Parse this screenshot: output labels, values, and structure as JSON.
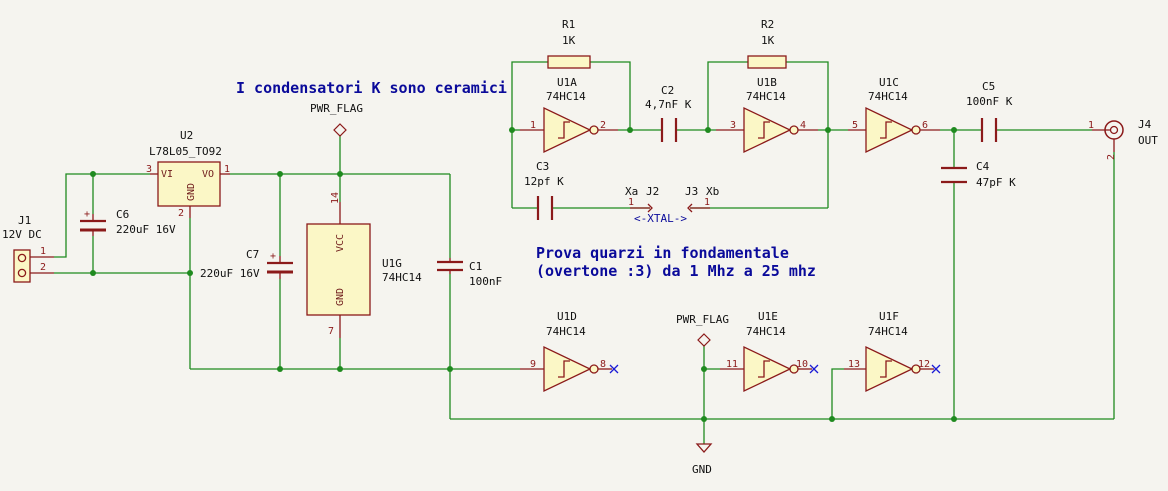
{
  "notes": {
    "ceramic": "I condensatori K sono ceramici",
    "line1": "Prova quarzi in fondamentale",
    "line2": "(overtone :3) da 1 Mhz a 25 mhz"
  },
  "r1": {
    "ref": "R1",
    "value": "1K"
  },
  "r2": {
    "ref": "R2",
    "value": "1K"
  },
  "u1a": {
    "ref": "U1A",
    "value": "74HC14",
    "pin_in": "1",
    "pin_out": "2"
  },
  "u1b": {
    "ref": "U1B",
    "value": "74HC14",
    "pin_in": "3",
    "pin_out": "4"
  },
  "u1c": {
    "ref": "U1C",
    "value": "74HC14",
    "pin_in": "5",
    "pin_out": "6"
  },
  "u1d": {
    "ref": "U1D",
    "value": "74HC14",
    "pin_in": "9",
    "pin_out": "8"
  },
  "u1e": {
    "ref": "U1E",
    "value": "74HC14",
    "pin_in": "11",
    "pin_out": "10"
  },
  "u1f": {
    "ref": "U1F",
    "value": "74HC14",
    "pin_in": "13",
    "pin_out": "12"
  },
  "u1g": {
    "ref": "U1G",
    "value": "74HC14",
    "vcc": "VCC",
    "gnd": "GND",
    "pin_vcc": "14",
    "pin_gnd": "7"
  },
  "c1": {
    "ref": "C1",
    "value": "100nF"
  },
  "c2": {
    "ref": "C2",
    "value": "4,7nF K"
  },
  "c3": {
    "ref": "C3",
    "value": "12pf K"
  },
  "c4": {
    "ref": "C4",
    "value": "47pF K"
  },
  "c5": {
    "ref": "C5",
    "value": "100nF K"
  },
  "c6": {
    "ref": "C6",
    "value": "220uF 16V"
  },
  "c7": {
    "ref": "C7",
    "value": "220uF 16V"
  },
  "u2": {
    "ref": "U2",
    "value": "L78L05_TO92",
    "vi": "VI",
    "vo": "VO",
    "gnd": "GND",
    "pin_vi": "3",
    "pin_vo": "1",
    "pin_gnd": "2"
  },
  "j1": {
    "ref": "J1",
    "value": "12V DC",
    "pin1": "1",
    "pin2": "2"
  },
  "j2": {
    "ref": "J2",
    "label": "Xa",
    "pin": "1"
  },
  "j3": {
    "ref": "J3",
    "label": "Xb",
    "pin": "1"
  },
  "j4": {
    "ref": "J4",
    "value": "OUT",
    "pin1": "1",
    "pin2": "2"
  },
  "xtal": "<-XTAL->",
  "pwr_flag": "PWR_FLAG",
  "gnd": "GND",
  "plus": "+",
  "colors": {
    "wire": "#1f8a1f",
    "symbol": "#8b1a1a",
    "fill": "#fbf7c6",
    "note": "#0a0a9a",
    "nc": "#1a1ad6"
  }
}
